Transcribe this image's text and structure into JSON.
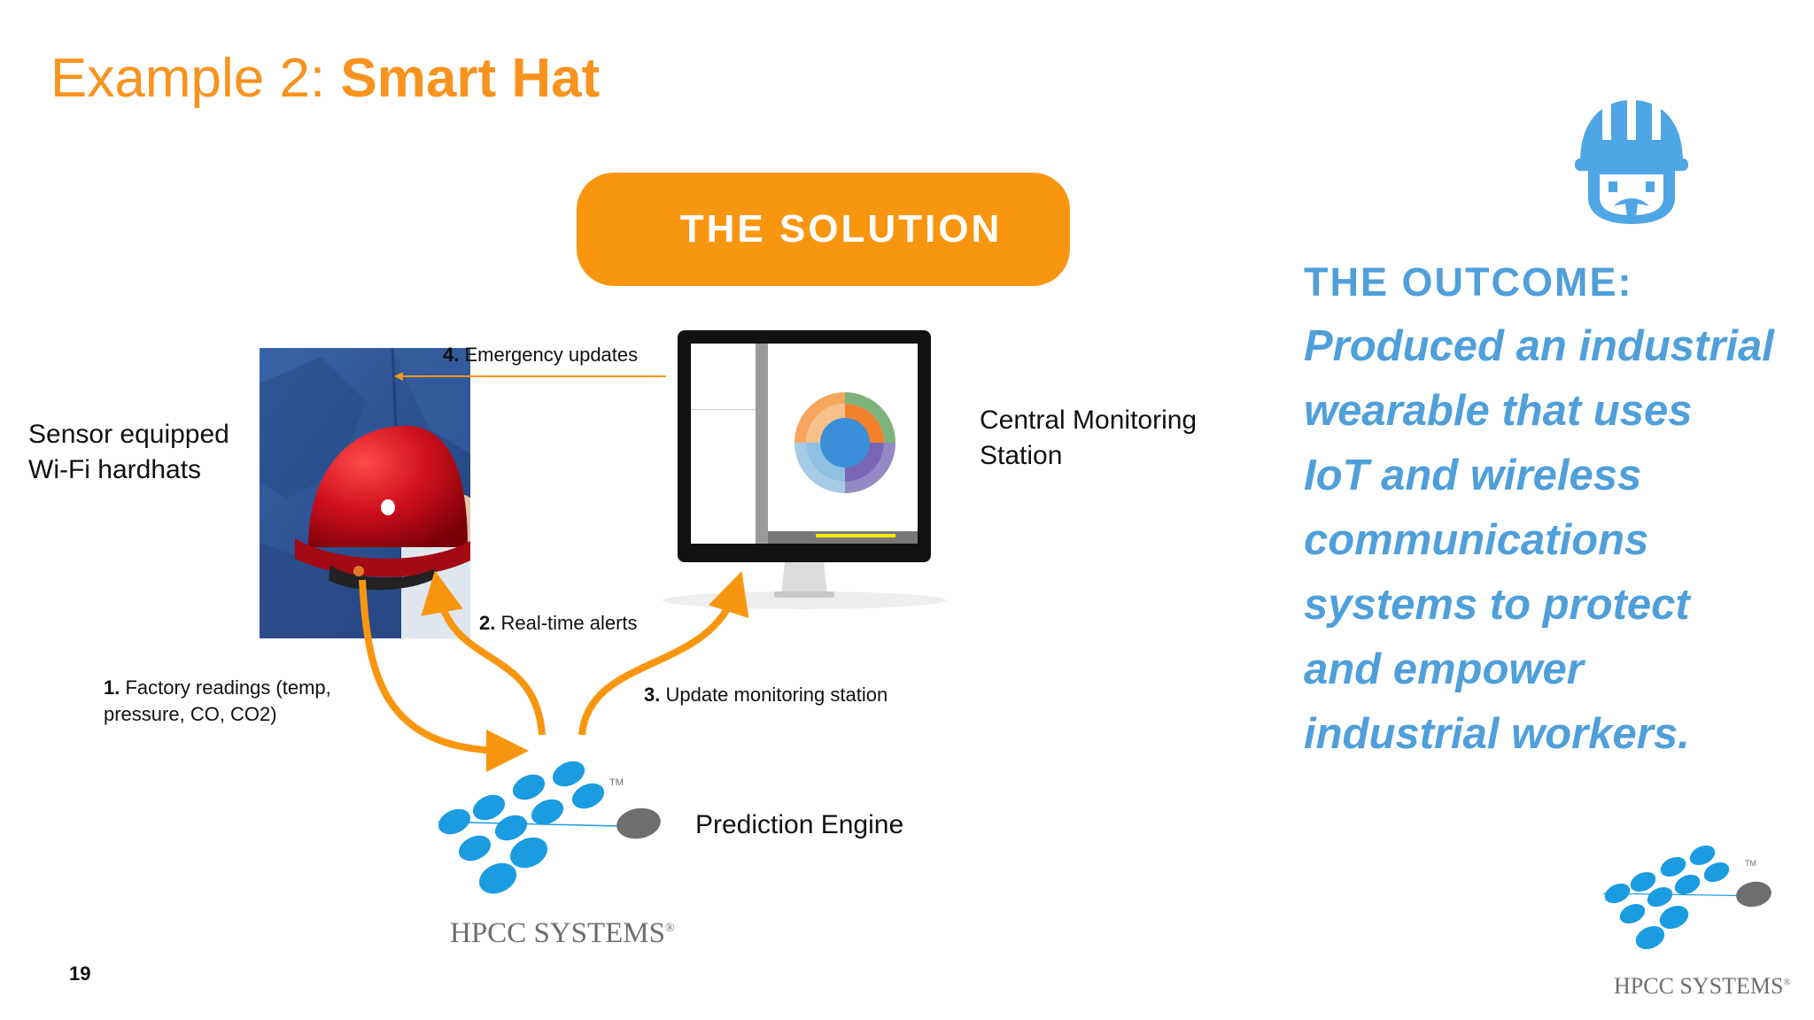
{
  "slide": {
    "title_plain": "Example 2: ",
    "title_bold": "Smart Hat",
    "page_number": "19"
  },
  "solution": {
    "label": "THE SOLUTION"
  },
  "diagram": {
    "hardhat_label_line1": "Sensor equipped",
    "hardhat_label_line2": "Wi-Fi hardhats",
    "monitor_label_line1": "Central Monitoring",
    "monitor_label_line2": "Station",
    "engine_label": "Prediction Engine",
    "steps": [
      {
        "num": "1.",
        "text_line1": " Factory readings (temp,",
        "text_line2": "pressure, CO, CO2)"
      },
      {
        "num": "2.",
        "text": " Real-time alerts"
      },
      {
        "num": "3.",
        "text": " Update monitoring station"
      },
      {
        "num": "4.",
        "text": " Emergency updates"
      }
    ]
  },
  "outcome": {
    "heading": "THE OUTCOME:",
    "lines": [
      "Produced an industrial",
      "wearable that uses",
      "IoT and wireless",
      "communications",
      "systems to protect",
      "and empower",
      "industrial workers."
    ]
  },
  "brand": {
    "name": "HPCC SYSTEMS",
    "registered": "®",
    "trademark": "TM"
  },
  "colors": {
    "title_orange": "#f7931e",
    "solution_orange": "#f99610",
    "outcome_blue": "#4f9fda",
    "logo_blue": "#1b9be0",
    "logo_gray": "#6d6e70",
    "hardhat_red": "#d0101e",
    "shirt_blue": "#2c4f8f"
  },
  "icons": [
    "worker-hardhat-icon",
    "hpcc-logo",
    "monitor-image",
    "hardhat-photo"
  ]
}
